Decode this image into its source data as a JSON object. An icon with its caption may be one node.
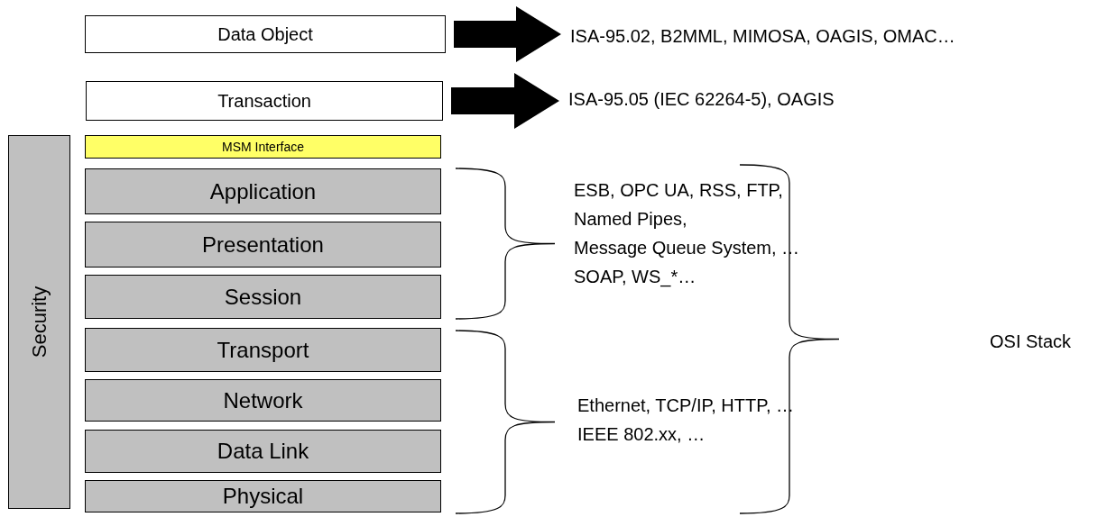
{
  "diagram": {
    "nodes": [
      {
        "text": [
          "Data Object"
        ]
      },
      {
        "text": [
          "ISA-95.02, B2MML, MIMOSA, OAGIS, OMAC…"
        ]
      },
      {
        "text": [
          "Transaction"
        ]
      },
      {
        "text": [
          "ISA-95.05 (IEC 62264-5), OAGIS"
        ]
      },
      {
        "text": [
          "MSM Interface"
        ]
      },
      {
        "text": [
          "Security"
        ]
      },
      {
        "text": [
          "Application"
        ]
      },
      {
        "text": [
          "Presentation"
        ]
      },
      {
        "text": [
          "Session"
        ]
      },
      {
        "text": [
          "Transport"
        ]
      },
      {
        "text": [
          "Network"
        ]
      },
      {
        "text": [
          "Data Link"
        ]
      },
      {
        "text": [
          "Physical"
        ]
      }
    ],
    "edges": [
      {
        "from": 0,
        "to": 1,
        "arrow": "to",
        "style": "thick"
      },
      {
        "from": 2,
        "to": 3,
        "arrow": "to",
        "style": "thick"
      }
    ],
    "labels": [
      "ESB, OPC UA, RSS, FTP,",
      "Named Pipes,",
      "Message Queue System, …",
      "SOAP, WS_*…",
      "Ethernet, TCP/IP, HTTP, …",
      "IEEE 802.xx, …",
      "OSI Stack"
    ]
  }
}
